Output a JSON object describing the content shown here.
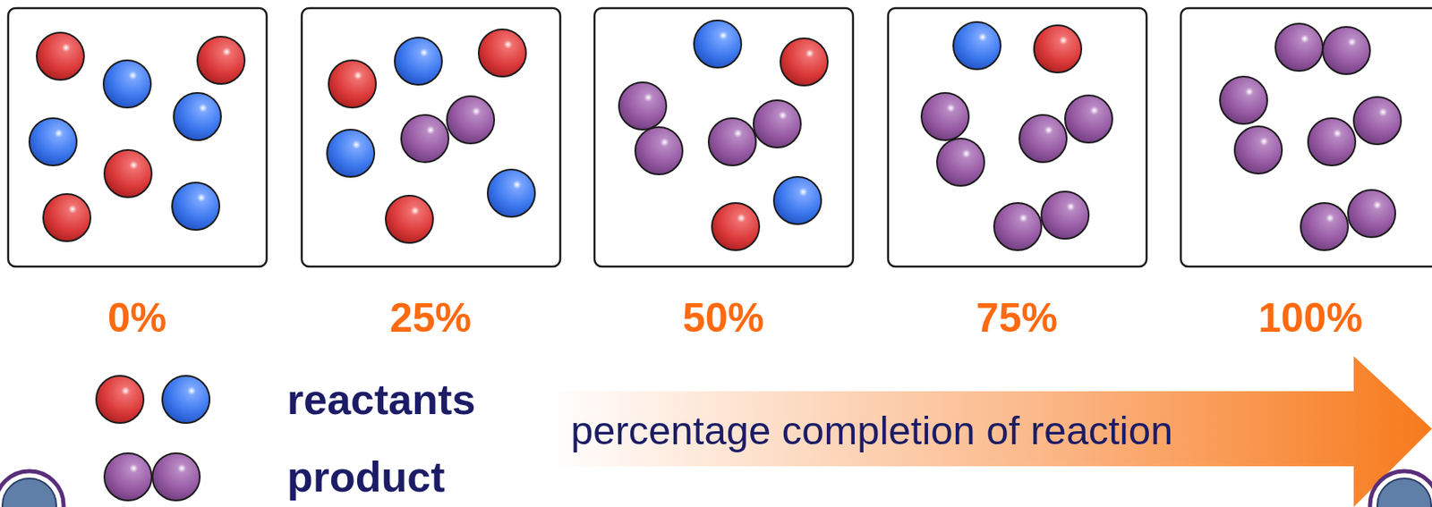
{
  "diagram": {
    "labels": [
      "0%",
      "25%",
      "50%",
      "75%",
      "100%",
      "percentage completion of reaction"
    ],
    "legend": [
      {
        "text": "reactants"
      },
      {
        "text": "product"
      }
    ]
  }
}
